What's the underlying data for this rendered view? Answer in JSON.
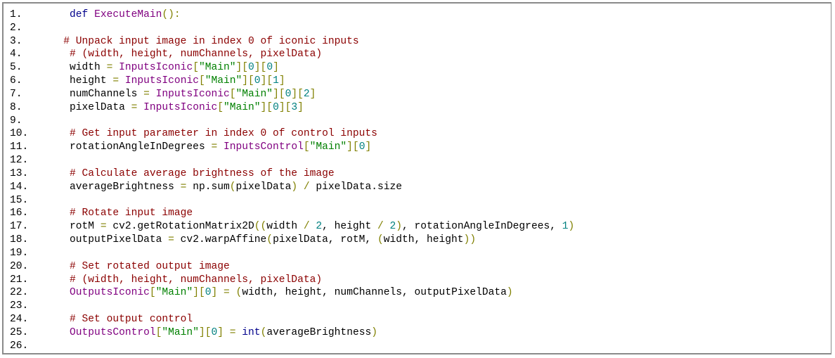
{
  "colors": {
    "keyword": "#00008b",
    "function": "#800080",
    "paren": "#808000",
    "comment": "#8b0000",
    "string": "#008000",
    "number": "#008080"
  },
  "lines": [
    {
      "num": "1.",
      "tokens": [
        [
          "    ",
          "tx"
        ],
        [
          "def",
          "kw"
        ],
        [
          " ",
          "tx"
        ],
        [
          "ExecuteMain",
          "fn"
        ],
        [
          "():",
          "pn"
        ]
      ]
    },
    {
      "num": "2.",
      "tokens": []
    },
    {
      "num": "3.",
      "tokens": [
        [
          "   ",
          "tx"
        ],
        [
          "# Unpack input image in index 0 of iconic inputs",
          "cm"
        ]
      ]
    },
    {
      "num": "4.",
      "tokens": [
        [
          "    ",
          "tx"
        ],
        [
          "# (width, height, numChannels, pixelData)",
          "cm"
        ]
      ]
    },
    {
      "num": "5.",
      "tokens": [
        [
          "    width ",
          "tx"
        ],
        [
          "=",
          "op"
        ],
        [
          " ",
          "tx"
        ],
        [
          "InputsIconic",
          "fn"
        ],
        [
          "[",
          "pn"
        ],
        [
          "\"Main\"",
          "st"
        ],
        [
          "][",
          "pn"
        ],
        [
          "0",
          "nm"
        ],
        [
          "][",
          "pn"
        ],
        [
          "0",
          "nm"
        ],
        [
          "]",
          "pn"
        ]
      ]
    },
    {
      "num": "6.",
      "tokens": [
        [
          "    height ",
          "tx"
        ],
        [
          "=",
          "op"
        ],
        [
          " ",
          "tx"
        ],
        [
          "InputsIconic",
          "fn"
        ],
        [
          "[",
          "pn"
        ],
        [
          "\"Main\"",
          "st"
        ],
        [
          "][",
          "pn"
        ],
        [
          "0",
          "nm"
        ],
        [
          "][",
          "pn"
        ],
        [
          "1",
          "nm"
        ],
        [
          "]",
          "pn"
        ]
      ]
    },
    {
      "num": "7.",
      "tokens": [
        [
          "    numChannels ",
          "tx"
        ],
        [
          "=",
          "op"
        ],
        [
          " ",
          "tx"
        ],
        [
          "InputsIconic",
          "fn"
        ],
        [
          "[",
          "pn"
        ],
        [
          "\"Main\"",
          "st"
        ],
        [
          "][",
          "pn"
        ],
        [
          "0",
          "nm"
        ],
        [
          "][",
          "pn"
        ],
        [
          "2",
          "nm"
        ],
        [
          "]",
          "pn"
        ]
      ]
    },
    {
      "num": "8.",
      "tokens": [
        [
          "    pixelData ",
          "tx"
        ],
        [
          "=",
          "op"
        ],
        [
          " ",
          "tx"
        ],
        [
          "InputsIconic",
          "fn"
        ],
        [
          "[",
          "pn"
        ],
        [
          "\"Main\"",
          "st"
        ],
        [
          "][",
          "pn"
        ],
        [
          "0",
          "nm"
        ],
        [
          "][",
          "pn"
        ],
        [
          "3",
          "nm"
        ],
        [
          "]",
          "pn"
        ]
      ]
    },
    {
      "num": "9.",
      "tokens": []
    },
    {
      "num": "10.",
      "tokens": [
        [
          "    ",
          "tx"
        ],
        [
          "# Get input parameter in index 0 of control inputs",
          "cm"
        ]
      ]
    },
    {
      "num": "11.",
      "tokens": [
        [
          "    rotationAngleInDegrees ",
          "tx"
        ],
        [
          "=",
          "op"
        ],
        [
          " ",
          "tx"
        ],
        [
          "InputsControl",
          "fn"
        ],
        [
          "[",
          "pn"
        ],
        [
          "\"Main\"",
          "st"
        ],
        [
          "][",
          "pn"
        ],
        [
          "0",
          "nm"
        ],
        [
          "]",
          "pn"
        ]
      ]
    },
    {
      "num": "12.",
      "tokens": []
    },
    {
      "num": "13.",
      "tokens": [
        [
          "    ",
          "tx"
        ],
        [
          "# Calculate average brightness of the image",
          "cm"
        ]
      ]
    },
    {
      "num": "14.",
      "tokens": [
        [
          "    averageBrightness ",
          "tx"
        ],
        [
          "=",
          "op"
        ],
        [
          " np.sum",
          "tx"
        ],
        [
          "(",
          "pn"
        ],
        [
          "pixelData",
          "tx"
        ],
        [
          ")",
          "pn"
        ],
        [
          " ",
          "tx"
        ],
        [
          "/",
          "op"
        ],
        [
          " pixelData.size",
          "tx"
        ]
      ]
    },
    {
      "num": "15.",
      "tokens": []
    },
    {
      "num": "16.",
      "tokens": [
        [
          "    ",
          "tx"
        ],
        [
          "# Rotate input image",
          "cm"
        ]
      ]
    },
    {
      "num": "17.",
      "tokens": [
        [
          "    rotM ",
          "tx"
        ],
        [
          "=",
          "op"
        ],
        [
          " cv2.getRotationMatrix2D",
          "tx"
        ],
        [
          "((",
          "pn"
        ],
        [
          "width ",
          "tx"
        ],
        [
          "/",
          "op"
        ],
        [
          " ",
          "tx"
        ],
        [
          "2",
          "nm"
        ],
        [
          ", height ",
          "tx"
        ],
        [
          "/",
          "op"
        ],
        [
          " ",
          "tx"
        ],
        [
          "2",
          "nm"
        ],
        [
          ")",
          "pn"
        ],
        [
          ", rotationAngleInDegrees, ",
          "tx"
        ],
        [
          "1",
          "nm"
        ],
        [
          ")",
          "pn"
        ]
      ]
    },
    {
      "num": "18.",
      "tokens": [
        [
          "    outputPixelData ",
          "tx"
        ],
        [
          "=",
          "op"
        ],
        [
          " cv2.warpAffine",
          "tx"
        ],
        [
          "(",
          "pn"
        ],
        [
          "pixelData, rotM, ",
          "tx"
        ],
        [
          "(",
          "pn"
        ],
        [
          "width, height",
          "tx"
        ],
        [
          "))",
          "pn"
        ]
      ]
    },
    {
      "num": "19.",
      "tokens": []
    },
    {
      "num": "20.",
      "tokens": [
        [
          "    ",
          "tx"
        ],
        [
          "# Set rotated output image",
          "cm"
        ]
      ]
    },
    {
      "num": "21.",
      "tokens": [
        [
          "    ",
          "tx"
        ],
        [
          "# (width, height, numChannels, pixelData)",
          "cm"
        ]
      ]
    },
    {
      "num": "22.",
      "tokens": [
        [
          "    ",
          "tx"
        ],
        [
          "OutputsIconic",
          "fn"
        ],
        [
          "[",
          "pn"
        ],
        [
          "\"Main\"",
          "st"
        ],
        [
          "][",
          "pn"
        ],
        [
          "0",
          "nm"
        ],
        [
          "]",
          "pn"
        ],
        [
          " ",
          "tx"
        ],
        [
          "=",
          "op"
        ],
        [
          " ",
          "tx"
        ],
        [
          "(",
          "pn"
        ],
        [
          "width, height, numChannels, outputPixelData",
          "tx"
        ],
        [
          ")",
          "pn"
        ]
      ]
    },
    {
      "num": "23.",
      "tokens": []
    },
    {
      "num": "24.",
      "tokens": [
        [
          "    ",
          "tx"
        ],
        [
          "# Set output control",
          "cm"
        ]
      ]
    },
    {
      "num": "25.",
      "tokens": [
        [
          "    ",
          "tx"
        ],
        [
          "OutputsControl",
          "fn"
        ],
        [
          "[",
          "pn"
        ],
        [
          "\"Main\"",
          "st"
        ],
        [
          "][",
          "pn"
        ],
        [
          "0",
          "nm"
        ],
        [
          "]",
          "pn"
        ],
        [
          " ",
          "tx"
        ],
        [
          "=",
          "op"
        ],
        [
          " ",
          "tx"
        ],
        [
          "int",
          "kw"
        ],
        [
          "(",
          "pn"
        ],
        [
          "averageBrightness",
          "tx"
        ],
        [
          ")",
          "pn"
        ]
      ]
    },
    {
      "num": "26.",
      "tokens": []
    }
  ]
}
